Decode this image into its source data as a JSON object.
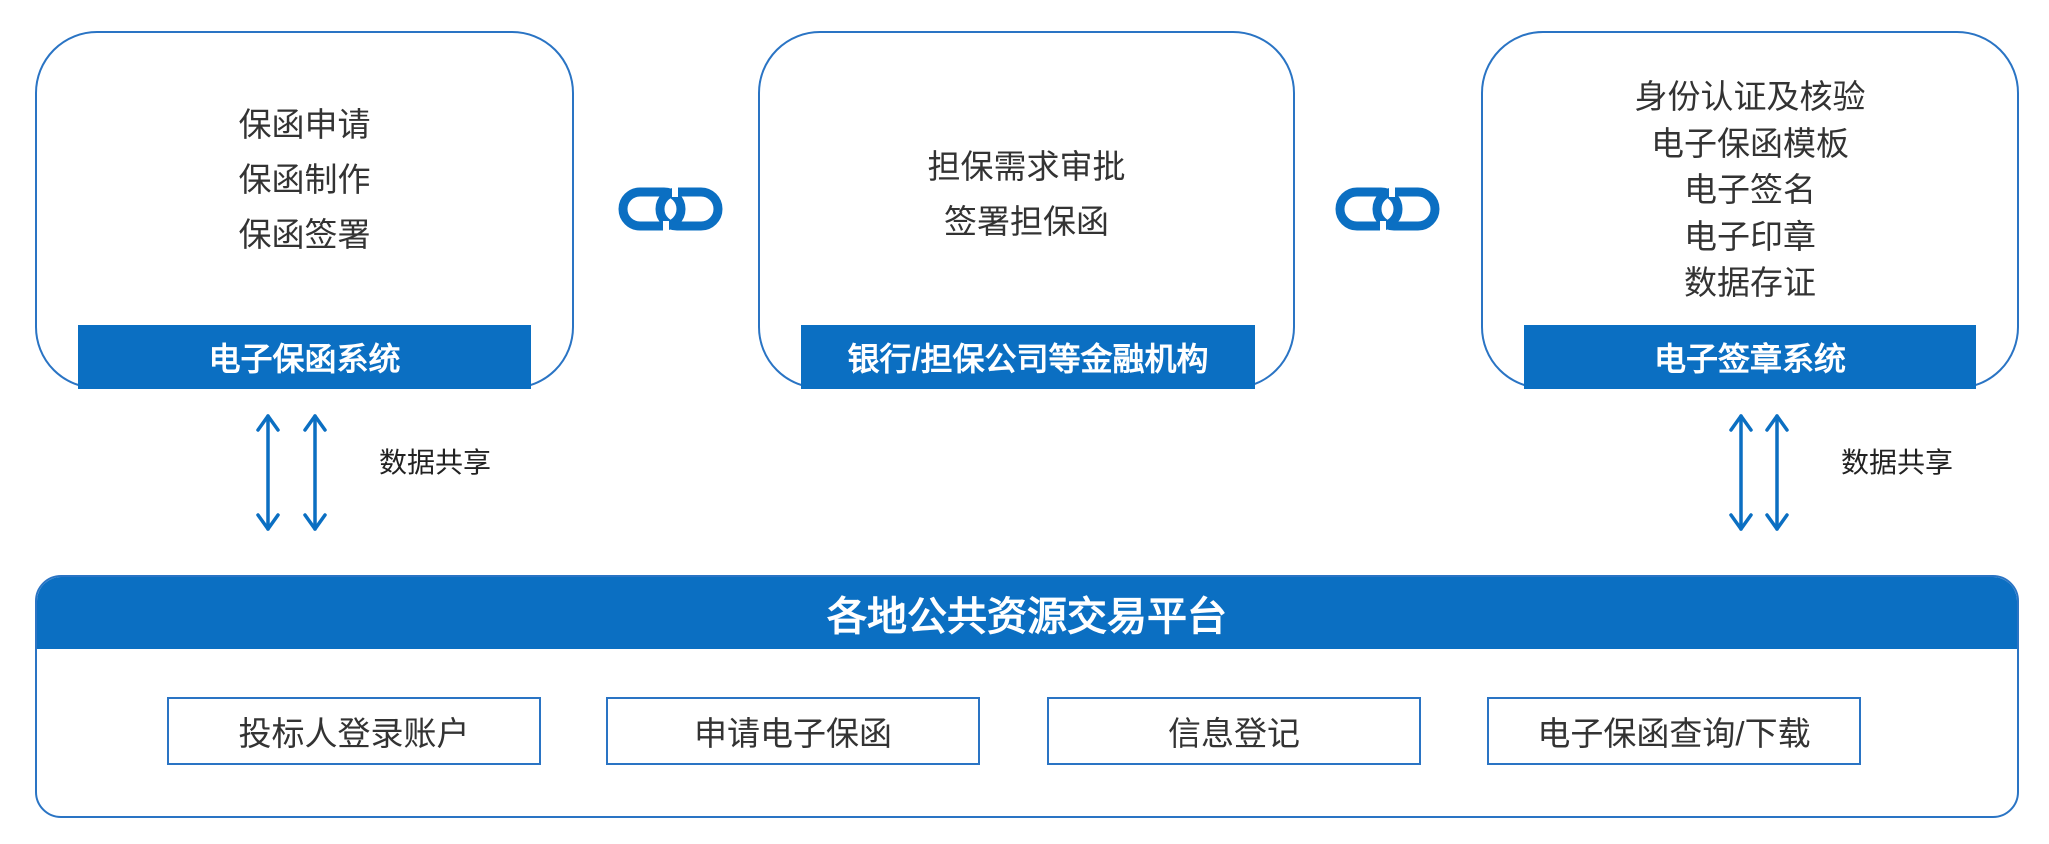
{
  "systems": [
    {
      "items": [
        "保函申请",
        "保函制作",
        "保函签署"
      ],
      "label": "电子保函系统"
    },
    {
      "items": [
        "担保需求审批",
        "签署担保函"
      ],
      "label": "银行/担保公司等金融机构"
    },
    {
      "items": [
        "身份认证及核验",
        "电子保函模板",
        "电子签名",
        "电子印章",
        "数据存证"
      ],
      "label": "电子签章系统"
    }
  ],
  "connectors": {
    "icon": "chain-link-icon",
    "data_share_left": "数据共享",
    "data_share_right": "数据共享"
  },
  "platform": {
    "title": "各地公共资源交易平台",
    "functions": [
      "投标人登录账户",
      "申请电子保函",
      "信息登记",
      "电子保函查询/下载"
    ]
  },
  "colors": {
    "primary_blue": "#0b6fc2",
    "border_blue": "#2a74c4",
    "text": "#333333"
  }
}
